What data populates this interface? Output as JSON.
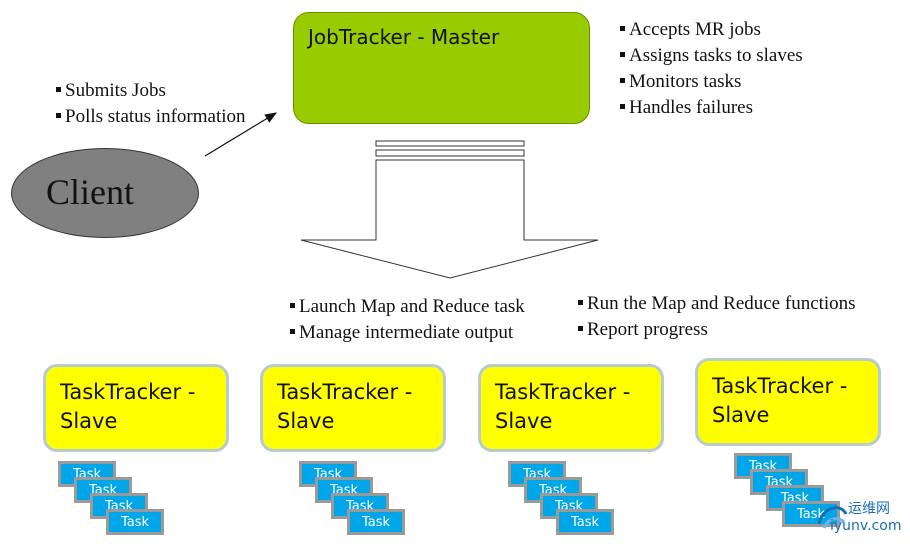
{
  "master": {
    "label": "JobTracker - Master",
    "bullets": [
      "Accepts MR jobs",
      "Assigns tasks to slaves",
      "Monitors tasks",
      "Handles failures"
    ]
  },
  "client": {
    "label": "Client",
    "bullets": [
      "Submits Jobs",
      "Polls status information"
    ]
  },
  "launch_bullets": [
    "Launch Map and Reduce task",
    "Manage intermediate output"
  ],
  "run_bullets": [
    "Run the Map and Reduce functions",
    "Report progress"
  ],
  "slaves": [
    {
      "line1": "TaskTracker -",
      "line2": "Slave"
    },
    {
      "line1": "TaskTracker -",
      "line2": "Slave"
    },
    {
      "line1": "TaskTracker -",
      "line2": "Slave"
    },
    {
      "line1": "TaskTracker -",
      "line2": "Slave"
    }
  ],
  "task_label": "Task",
  "watermark": {
    "text": "运维网",
    "url": "iyunv.com"
  },
  "colors": {
    "master_fill": "#99cc00",
    "slave_fill": "#ffff00",
    "client_fill": "#808080",
    "task_fill": "#00a6e8"
  }
}
